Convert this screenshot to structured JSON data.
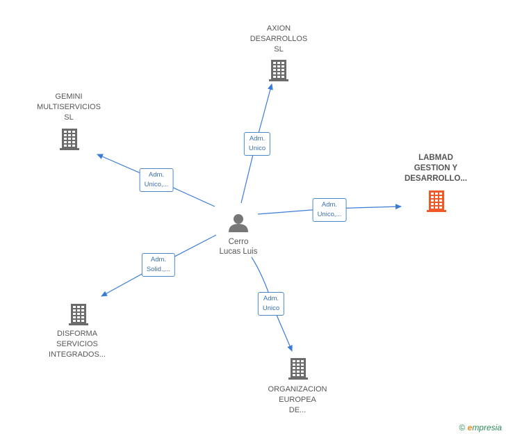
{
  "colors": {
    "edge": "#3a7bd5",
    "building": "#6b6b6b",
    "building_highlight": "#f05a28",
    "person": "#777777"
  },
  "center": {
    "name": "Cerro\nLucas Luis",
    "icon": "person-icon"
  },
  "nodes": [
    {
      "id": "axion",
      "label": "AXION\nDESARROLLOS\nSL",
      "icon": "building-icon",
      "highlight": false
    },
    {
      "id": "gemini",
      "label": "GEMINI\nMULTISERVICIOS\nSL",
      "icon": "building-icon",
      "highlight": false
    },
    {
      "id": "labmad",
      "label": "LABMAD\nGESTION Y\nDESARROLLO...",
      "icon": "building-icon",
      "highlight": true
    },
    {
      "id": "disforma",
      "label": "DISFORMA\nSERVICIOS\nINTEGRADOS...",
      "icon": "building-icon",
      "highlight": false
    },
    {
      "id": "organizacion",
      "label": "ORGANIZACION\nEUROPEA\nDE...",
      "icon": "building-icon",
      "highlight": false
    }
  ],
  "edges": [
    {
      "to": "axion",
      "label": "Adm.\nUnico"
    },
    {
      "to": "gemini",
      "label": "Adm.\nUnico,..."
    },
    {
      "to": "labmad",
      "label": "Adm.\nUnico,..."
    },
    {
      "to": "disforma",
      "label": "Adm.\nSolid.,..."
    },
    {
      "to": "organizacion",
      "label": "Adm.\nUnico"
    }
  ],
  "footer": {
    "copyright": "©",
    "brand_initial": "e",
    "brand_rest": "mpresia"
  }
}
